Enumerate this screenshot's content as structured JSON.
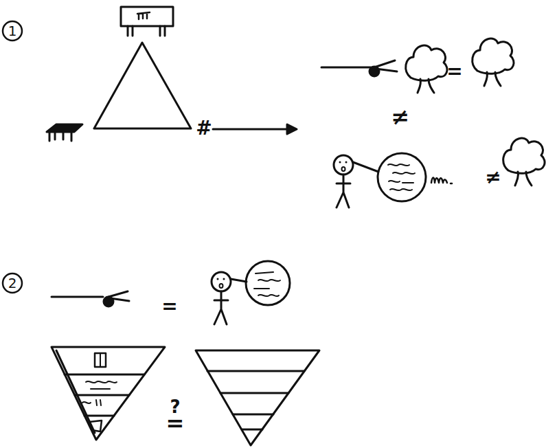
{
  "diagram": {
    "nodes": [
      {
        "text": [
          "1"
        ]
      },
      {
        "text": [
          "2"
        ]
      }
    ],
    "labels": [
      "=",
      "#",
      "≠",
      "≠",
      "=",
      "?",
      "="
    ]
  }
}
